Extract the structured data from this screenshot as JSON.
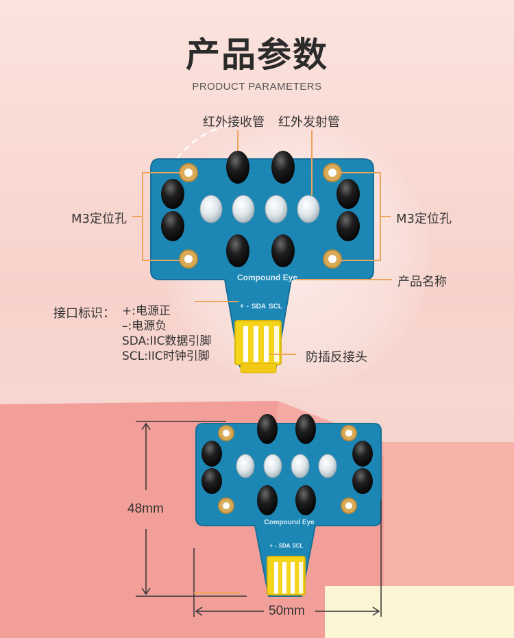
{
  "header": {
    "title": "产品参数",
    "subtitle": "PRODUCT PARAMETERS"
  },
  "callouts": {
    "ir_receiver": "红外接收管",
    "ir_emitter": "红外发射管",
    "m3_left": "M3定位孔",
    "m3_right": "M3定位孔",
    "product_name": "产品名称",
    "interface_title": "接口标识：",
    "interface_lines": [
      "+:电源正",
      "–:电源负",
      "SDA:IIC数据引脚",
      "SCL:IIC时钟引脚"
    ],
    "connector": "防插反接头"
  },
  "board": {
    "silkscreen": "Compound Eye",
    "pins": [
      "+",
      "-",
      "SDA",
      "SCL"
    ]
  },
  "dimensions": {
    "height": "48mm",
    "width": "50mm"
  },
  "colors": {
    "pcb": "#1c86b4",
    "pcb_dark": "#176f98",
    "connector": "#f5d51c",
    "pad": "#d9ab57",
    "accent_line": "#f0a35a"
  }
}
